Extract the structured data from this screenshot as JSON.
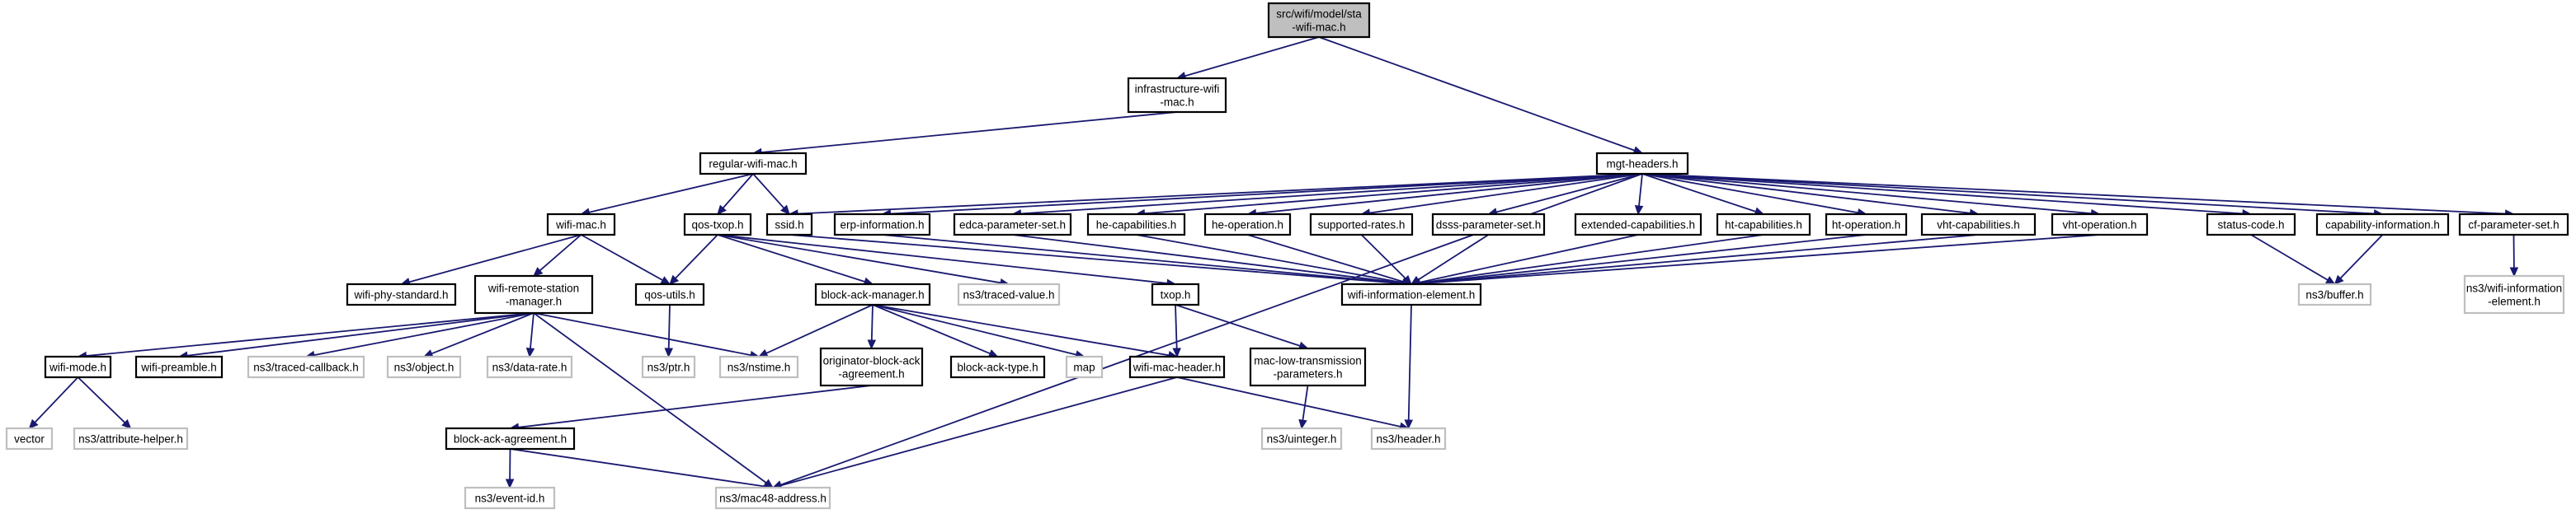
{
  "graph": {
    "edge_color": "#191970",
    "target_fill": "#bfbfbf",
    "external_border": "#bfbfbf",
    "nodes": [
      {
        "id": "sta",
        "lines": [
          "src/wifi/model/sta",
          "-wifi-mac.h"
        ],
        "kind": "target"
      },
      {
        "id": "infra",
        "lines": [
          "infrastructure-wifi",
          "-mac.h"
        ],
        "kind": "internal"
      },
      {
        "id": "regular",
        "lines": [
          "regular-wifi-mac.h"
        ],
        "kind": "internal"
      },
      {
        "id": "mgt",
        "lines": [
          "mgt-headers.h"
        ],
        "kind": "internal"
      },
      {
        "id": "wifimac",
        "lines": [
          "wifi-mac.h"
        ],
        "kind": "internal"
      },
      {
        "id": "qostxop",
        "lines": [
          "qos-txop.h"
        ],
        "kind": "internal"
      },
      {
        "id": "ssid",
        "lines": [
          "ssid.h"
        ],
        "kind": "internal"
      },
      {
        "id": "erp",
        "lines": [
          "erp-information.h"
        ],
        "kind": "internal"
      },
      {
        "id": "edca",
        "lines": [
          "edca-parameter-set.h"
        ],
        "kind": "internal"
      },
      {
        "id": "hecap",
        "lines": [
          "he-capabilities.h"
        ],
        "kind": "internal"
      },
      {
        "id": "heop",
        "lines": [
          "he-operation.h"
        ],
        "kind": "internal"
      },
      {
        "id": "suprates",
        "lines": [
          "supported-rates.h"
        ],
        "kind": "internal"
      },
      {
        "id": "dsss",
        "lines": [
          "dsss-parameter-set.h"
        ],
        "kind": "internal"
      },
      {
        "id": "extcap",
        "lines": [
          "extended-capabilities.h"
        ],
        "kind": "internal"
      },
      {
        "id": "htcap",
        "lines": [
          "ht-capabilities.h"
        ],
        "kind": "internal"
      },
      {
        "id": "htop",
        "lines": [
          "ht-operation.h"
        ],
        "kind": "internal"
      },
      {
        "id": "vhtcap",
        "lines": [
          "vht-capabilities.h"
        ],
        "kind": "internal"
      },
      {
        "id": "vhtop",
        "lines": [
          "vht-operation.h"
        ],
        "kind": "internal"
      },
      {
        "id": "status",
        "lines": [
          "status-code.h"
        ],
        "kind": "internal"
      },
      {
        "id": "capinfo",
        "lines": [
          "capability-information.h"
        ],
        "kind": "internal"
      },
      {
        "id": "cfparam",
        "lines": [
          "cf-parameter-set.h"
        ],
        "kind": "internal"
      },
      {
        "id": "phystd",
        "lines": [
          "wifi-phy-standard.h"
        ],
        "kind": "internal"
      },
      {
        "id": "remote",
        "lines": [
          "wifi-remote-station",
          "-manager.h"
        ],
        "kind": "internal"
      },
      {
        "id": "qosutils",
        "lines": [
          "qos-utils.h"
        ],
        "kind": "internal"
      },
      {
        "id": "bam",
        "lines": [
          "block-ack-manager.h"
        ],
        "kind": "internal"
      },
      {
        "id": "tracedvalue",
        "lines": [
          "ns3/traced-value.h"
        ],
        "kind": "external"
      },
      {
        "id": "txop",
        "lines": [
          "txop.h"
        ],
        "kind": "internal"
      },
      {
        "id": "wie",
        "lines": [
          "wifi-information-element.h"
        ],
        "kind": "internal"
      },
      {
        "id": "buffer",
        "lines": [
          "ns3/buffer.h"
        ],
        "kind": "external"
      },
      {
        "id": "ns3wie",
        "lines": [
          "ns3/wifi-information",
          "-element.h"
        ],
        "kind": "external"
      },
      {
        "id": "wifimode",
        "lines": [
          "wifi-mode.h"
        ],
        "kind": "internal"
      },
      {
        "id": "preamble",
        "lines": [
          "wifi-preamble.h"
        ],
        "kind": "internal"
      },
      {
        "id": "tracedcb",
        "lines": [
          "ns3/traced-callback.h"
        ],
        "kind": "external"
      },
      {
        "id": "object",
        "lines": [
          "ns3/object.h"
        ],
        "kind": "external"
      },
      {
        "id": "datarate",
        "lines": [
          "ns3/data-rate.h"
        ],
        "kind": "external"
      },
      {
        "id": "nstime",
        "lines": [
          "ns3/nstime.h"
        ],
        "kind": "external"
      },
      {
        "id": "ptr",
        "lines": [
          "ns3/ptr.h"
        ],
        "kind": "external"
      },
      {
        "id": "obaa",
        "lines": [
          "originator-block-ack",
          "-agreement.h"
        ],
        "kind": "internal"
      },
      {
        "id": "batype",
        "lines": [
          "block-ack-type.h"
        ],
        "kind": "internal"
      },
      {
        "id": "map",
        "lines": [
          "map"
        ],
        "kind": "external"
      },
      {
        "id": "machdr",
        "lines": [
          "wifi-mac-header.h"
        ],
        "kind": "internal"
      },
      {
        "id": "maclow",
        "lines": [
          "mac-low-transmission",
          "-parameters.h"
        ],
        "kind": "internal"
      },
      {
        "id": "vector",
        "lines": [
          "vector"
        ],
        "kind": "external"
      },
      {
        "id": "attrhelper",
        "lines": [
          "ns3/attribute-helper.h"
        ],
        "kind": "external"
      },
      {
        "id": "baa",
        "lines": [
          "block-ack-agreement.h"
        ],
        "kind": "internal"
      },
      {
        "id": "uinteger",
        "lines": [
          "ns3/uinteger.h"
        ],
        "kind": "external"
      },
      {
        "id": "header",
        "lines": [
          "ns3/header.h"
        ],
        "kind": "external"
      },
      {
        "id": "eventid",
        "lines": [
          "ns3/event-id.h"
        ],
        "kind": "external"
      },
      {
        "id": "mac48",
        "lines": [
          "ns3/mac48-address.h"
        ],
        "kind": "external"
      }
    ],
    "edges": [
      [
        "sta",
        "infra"
      ],
      [
        "sta",
        "mgt"
      ],
      [
        "infra",
        "regular"
      ],
      [
        "regular",
        "wifimac"
      ],
      [
        "regular",
        "qostxop"
      ],
      [
        "regular",
        "ssid"
      ],
      [
        "mgt",
        "ssid"
      ],
      [
        "mgt",
        "erp"
      ],
      [
        "mgt",
        "edca"
      ],
      [
        "mgt",
        "hecap"
      ],
      [
        "mgt",
        "heop"
      ],
      [
        "mgt",
        "suprates"
      ],
      [
        "mgt",
        "dsss"
      ],
      [
        "mgt",
        "extcap"
      ],
      [
        "mgt",
        "htcap"
      ],
      [
        "mgt",
        "htop"
      ],
      [
        "mgt",
        "vhtcap"
      ],
      [
        "mgt",
        "vhtop"
      ],
      [
        "mgt",
        "status"
      ],
      [
        "mgt",
        "capinfo"
      ],
      [
        "mgt",
        "cfparam"
      ],
      [
        "mgt",
        "mac48"
      ],
      [
        "wifimac",
        "phystd"
      ],
      [
        "wifimac",
        "remote"
      ],
      [
        "wifimac",
        "qosutils"
      ],
      [
        "qostxop",
        "qosutils"
      ],
      [
        "qostxop",
        "bam"
      ],
      [
        "qostxop",
        "tracedvalue"
      ],
      [
        "qostxop",
        "txop"
      ],
      [
        "ssid",
        "wie"
      ],
      [
        "erp",
        "wie"
      ],
      [
        "edca",
        "wie"
      ],
      [
        "hecap",
        "wie"
      ],
      [
        "heop",
        "wie"
      ],
      [
        "suprates",
        "wie"
      ],
      [
        "dsss",
        "wie"
      ],
      [
        "extcap",
        "wie"
      ],
      [
        "htcap",
        "wie"
      ],
      [
        "htop",
        "wie"
      ],
      [
        "vhtcap",
        "wie"
      ],
      [
        "vhtop",
        "wie"
      ],
      [
        "status",
        "buffer"
      ],
      [
        "capinfo",
        "buffer"
      ],
      [
        "cfparam",
        "ns3wie"
      ],
      [
        "remote",
        "wifimode"
      ],
      [
        "remote",
        "preamble"
      ],
      [
        "remote",
        "tracedcb"
      ],
      [
        "remote",
        "object"
      ],
      [
        "remote",
        "datarate"
      ],
      [
        "remote",
        "nstime"
      ],
      [
        "remote",
        "mac48"
      ],
      [
        "qosutils",
        "ptr"
      ],
      [
        "bam",
        "nstime"
      ],
      [
        "bam",
        "obaa"
      ],
      [
        "bam",
        "batype"
      ],
      [
        "bam",
        "map"
      ],
      [
        "bam",
        "machdr"
      ],
      [
        "txop",
        "machdr"
      ],
      [
        "txop",
        "maclow"
      ],
      [
        "wie",
        "header"
      ],
      [
        "wifimode",
        "vector"
      ],
      [
        "wifimode",
        "attrhelper"
      ],
      [
        "obaa",
        "baa"
      ],
      [
        "machdr",
        "header"
      ],
      [
        "machdr",
        "mac48"
      ],
      [
        "maclow",
        "uinteger"
      ],
      [
        "baa",
        "eventid"
      ],
      [
        "baa",
        "mac48"
      ]
    ]
  }
}
